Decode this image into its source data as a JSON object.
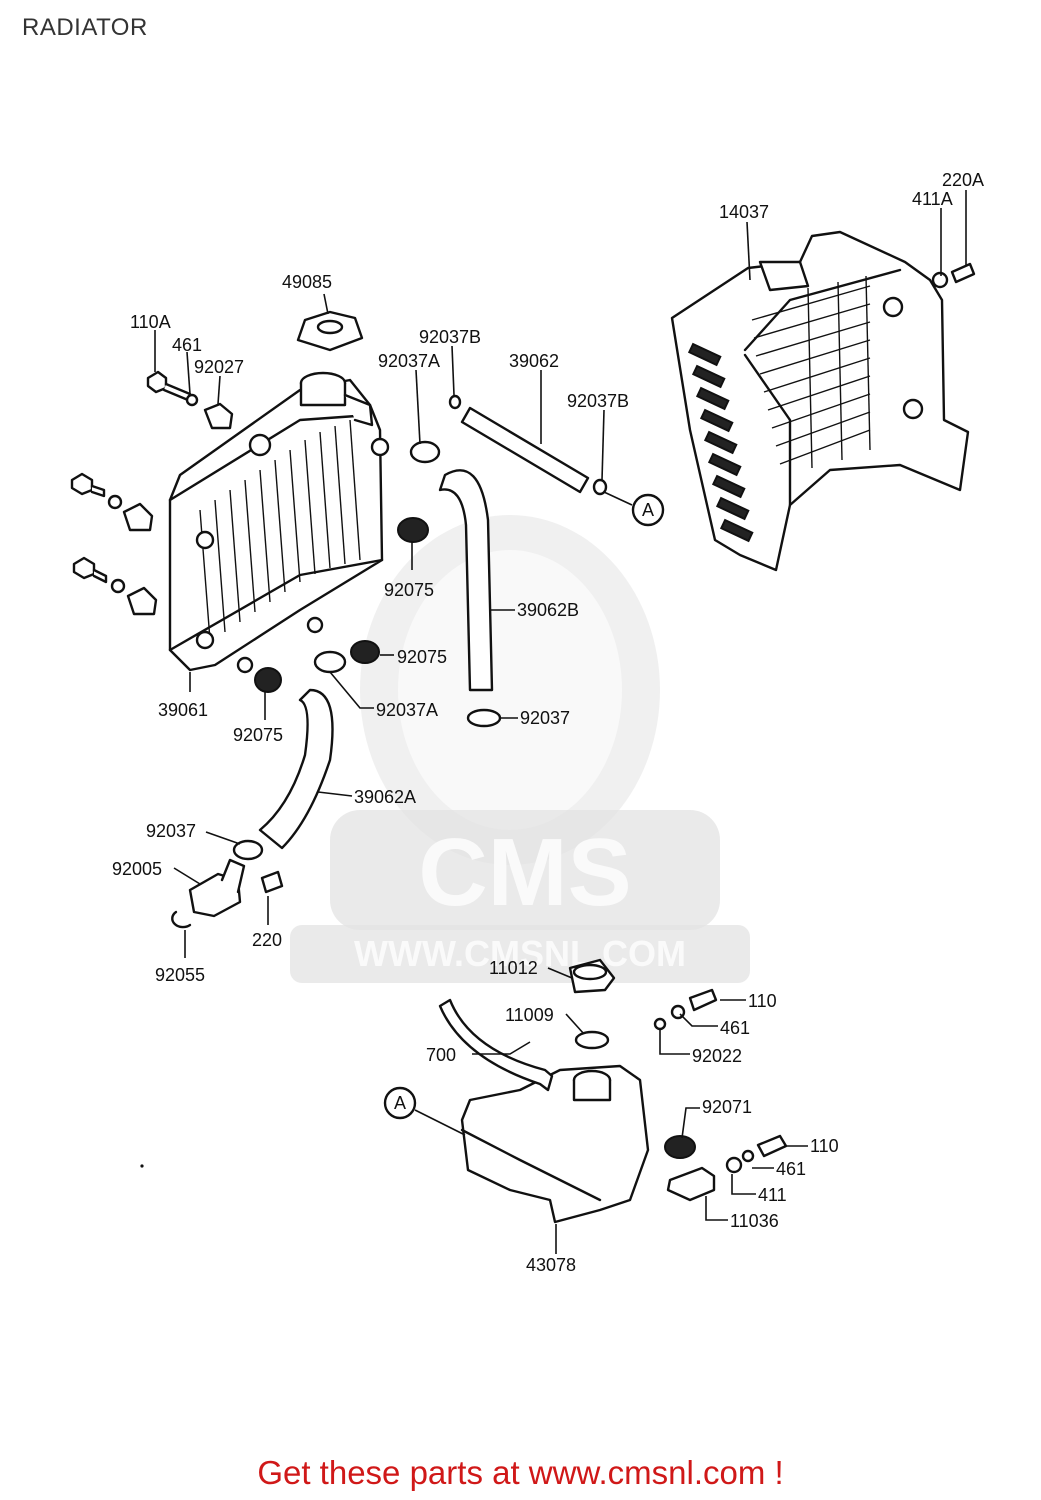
{
  "page": {
    "title": "RADIATOR",
    "footer": "Get these parts at www.cmsnl.com !"
  },
  "watermark": {
    "brand": "CMS",
    "url": "WWW.CMSNL.COM"
  },
  "callouts": {
    "ref_a": "A"
  },
  "labels": {
    "p220A": "220A",
    "p411A": "411A",
    "p14037": "14037",
    "p49085": "49085",
    "p110A": "110A",
    "p461_top": "461",
    "p92027": "92027",
    "p92037B_1": "92037B",
    "p92037A_1": "92037A",
    "p39062": "39062",
    "p92037B_2": "92037B",
    "p92075_1": "92075",
    "p39062B": "39062B",
    "p92075_2": "92075",
    "p39061": "39061",
    "p92075_3": "92075",
    "p92037A_2": "92037A",
    "p92037_1": "92037",
    "p39062A": "39062A",
    "p92037_2": "92037",
    "p92005": "92005",
    "p220": "220",
    "p92055": "92055",
    "p11012": "11012",
    "p110_1": "110",
    "p11009": "11009",
    "p461_1": "461",
    "p700": "700",
    "p92022": "92022",
    "p92071": "92071",
    "p110_2": "110",
    "p461_2": "461",
    "p411": "411",
    "p11036": "11036",
    "p43078": "43078"
  }
}
